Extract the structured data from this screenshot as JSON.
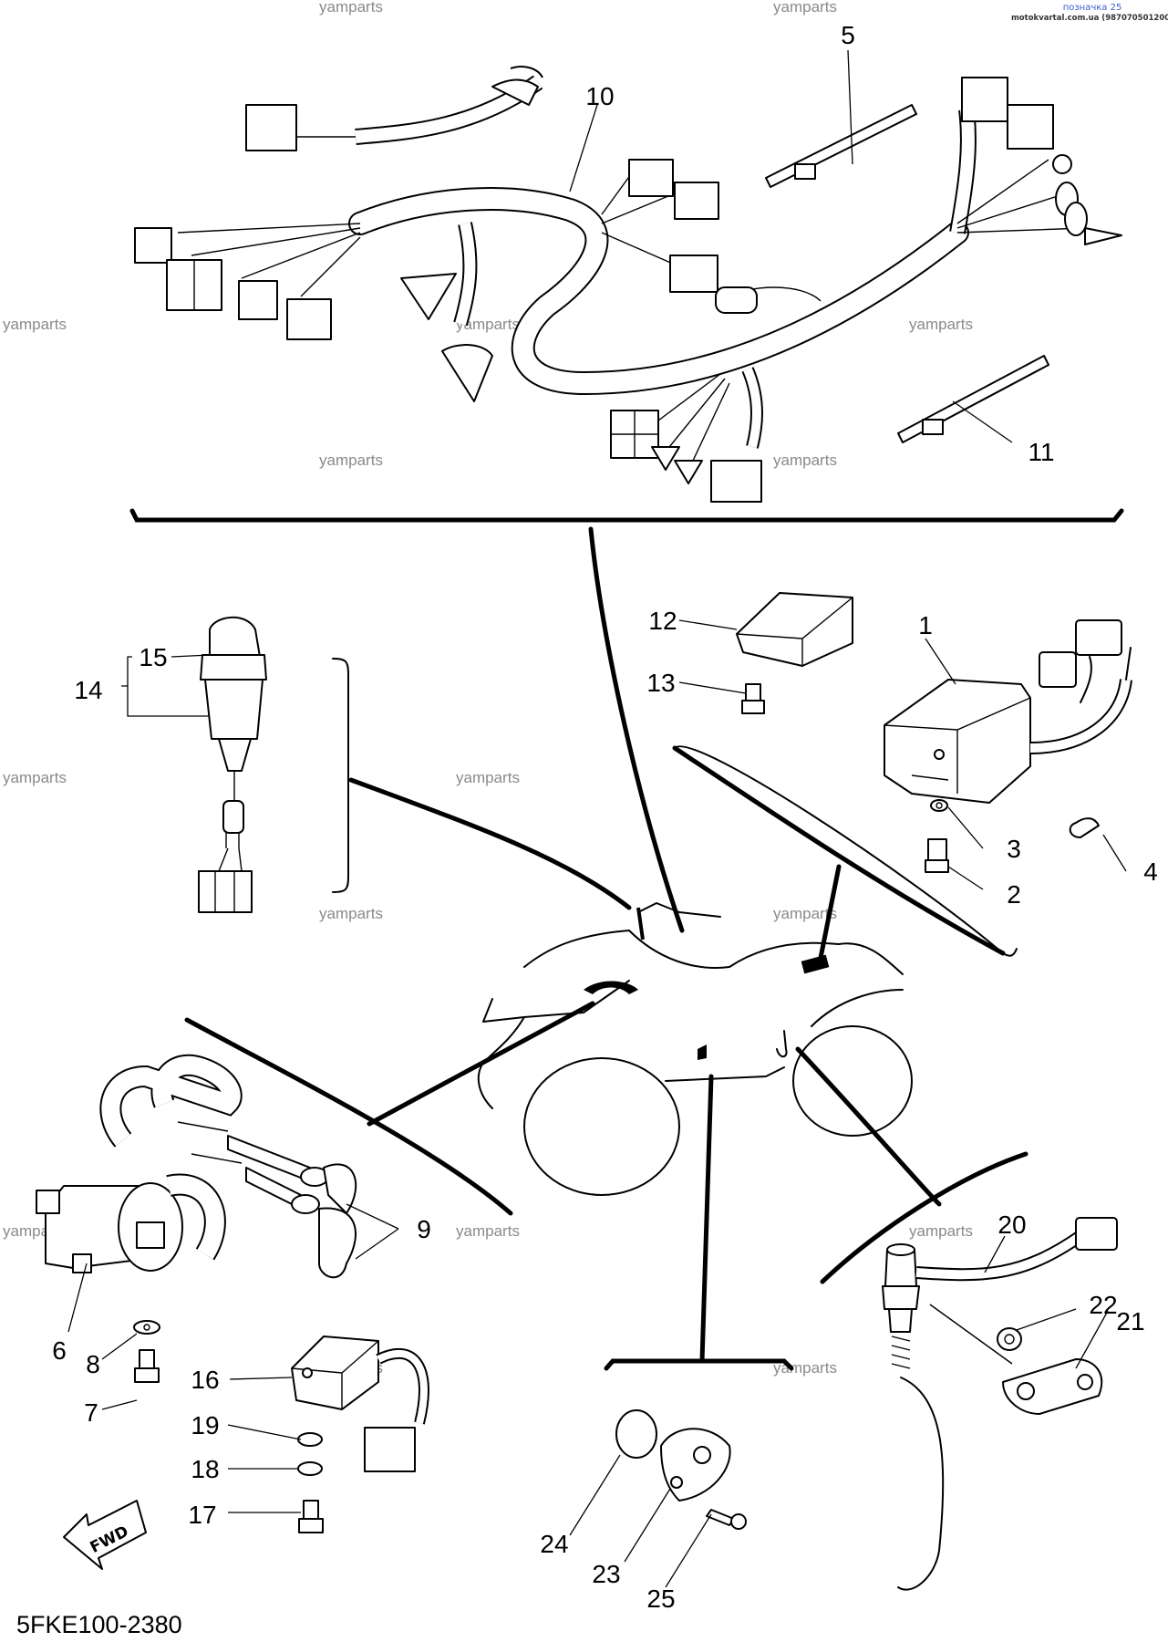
{
  "header": {
    "brand_label": "позначка 25",
    "site_label": "motokvartal.com.ua (987070501200)"
  },
  "watermark": "yamparts",
  "diagram_code": "5FKE100-2380",
  "fwd_label": "FWD",
  "callouts": {
    "c1": "1",
    "c2": "2",
    "c3": "3",
    "c4": "4",
    "c5": "5",
    "c6": "6",
    "c7": "7",
    "c8": "8",
    "c9": "9",
    "c10": "10",
    "c11": "11",
    "c12": "12",
    "c13": "13",
    "c14": "14",
    "c15": "15",
    "c16": "16",
    "c17": "17",
    "c18": "18",
    "c19": "19",
    "c20": "20",
    "c21": "21",
    "c22": "22",
    "c23": "23",
    "c24": "24",
    "c25": "25"
  }
}
